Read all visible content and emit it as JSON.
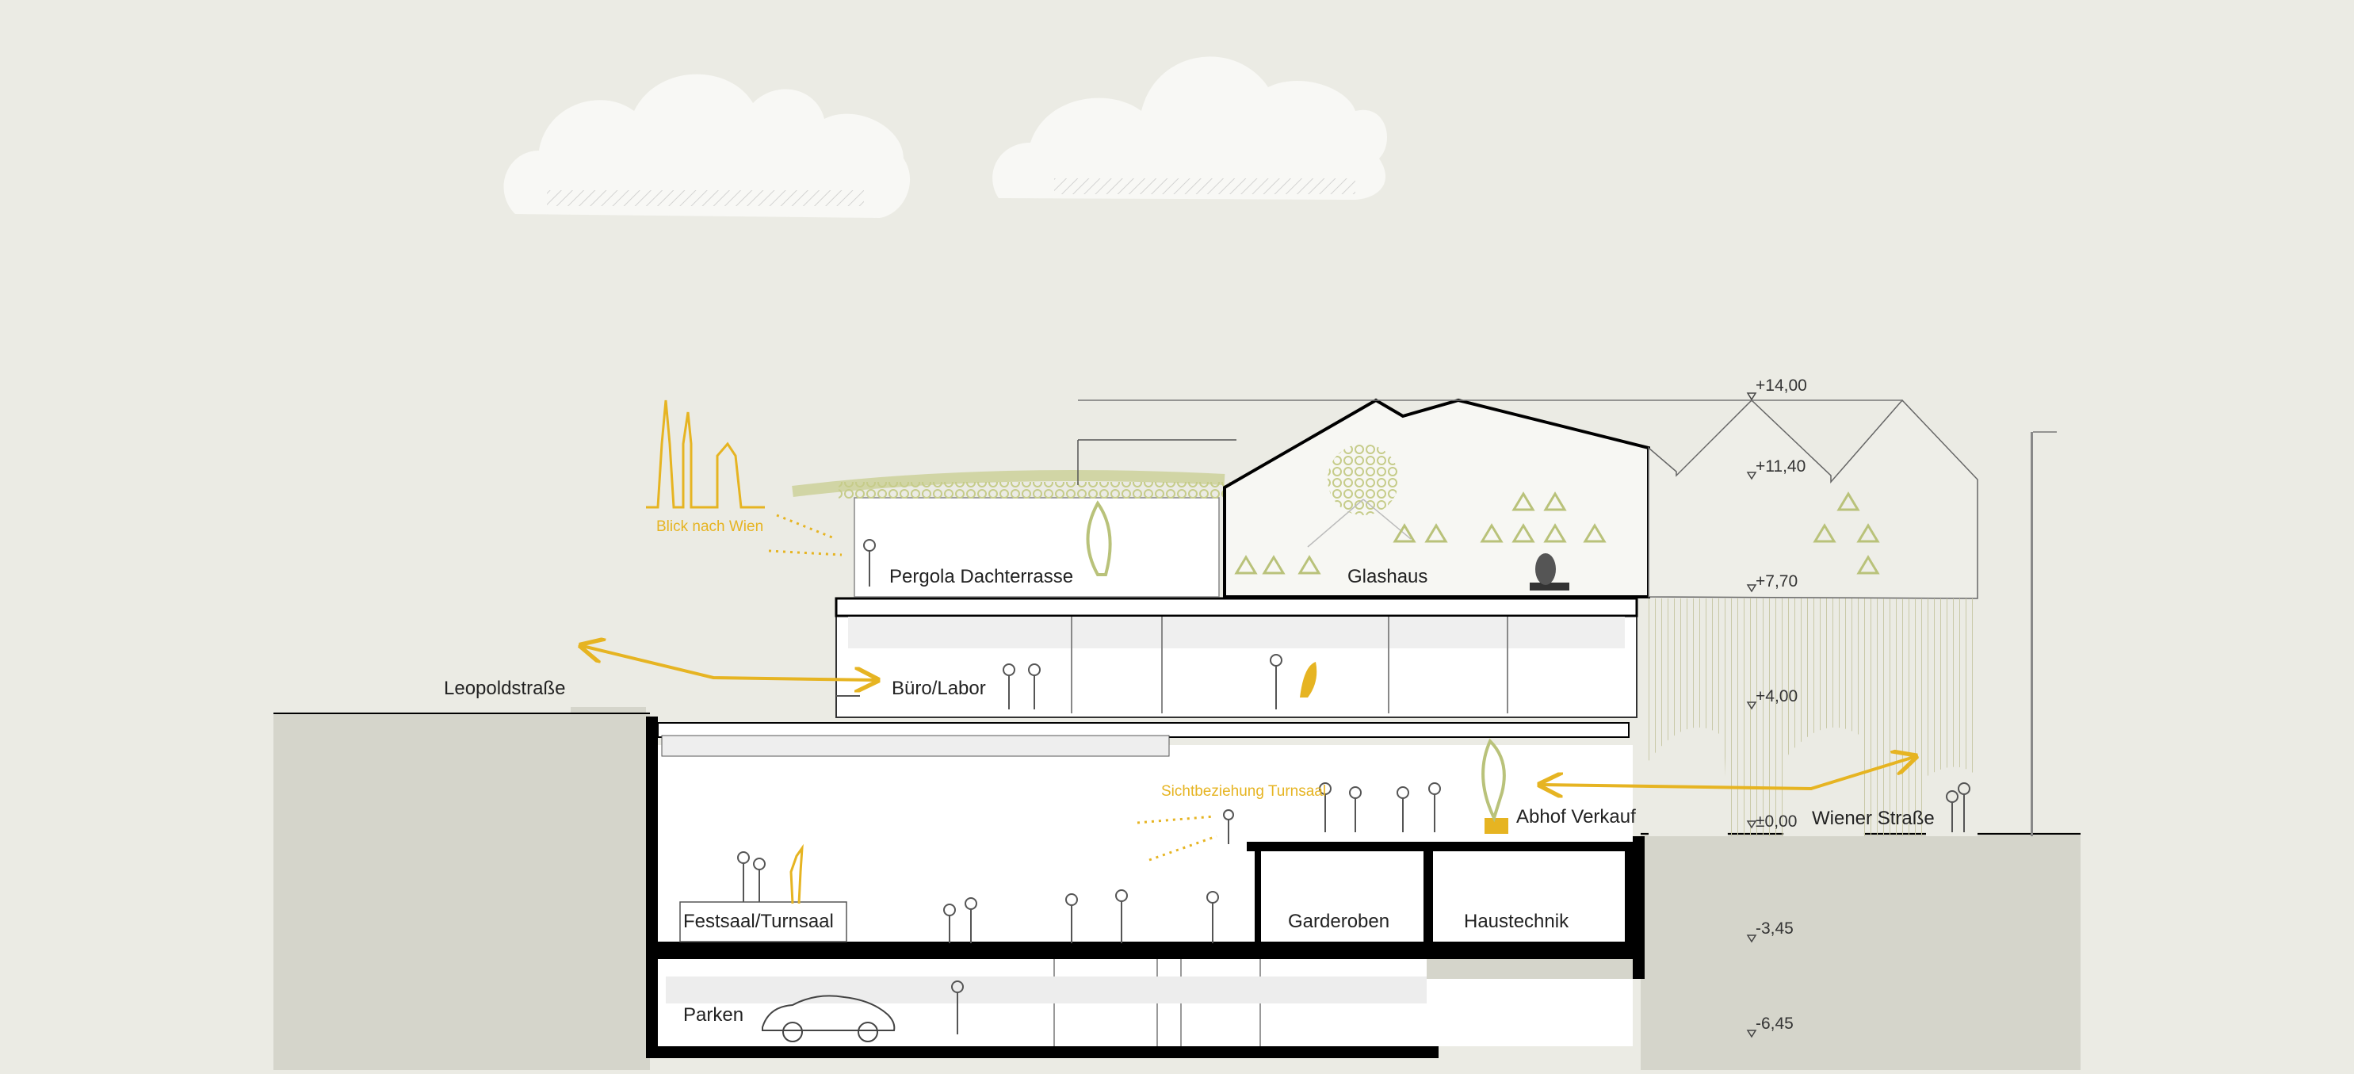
{
  "labels": {
    "blick": "Blick nach Wien",
    "pergola": "Pergola Dachterrasse",
    "glashaus": "Glashaus",
    "leopold": "Leopoldstraße",
    "buero": "Büro/Labor",
    "sicht": "Sichtbeziehung Turnsaal",
    "abhof": "Abhof Verkauf",
    "wiener": "Wiener Straße",
    "festsaal": "Festsaal/Turnsaal",
    "garderoben": "Garderoben",
    "haustechnik": "Haustechnik",
    "parken": "Parken"
  },
  "levels": [
    "+14,00",
    "+11,40",
    "+7,70",
    "+4,00",
    "±0,00",
    "-3,45",
    "-6,45"
  ],
  "colors": {
    "background": "#ebebe4",
    "ground": "#d5d5cb",
    "accent": "#e6b422",
    "structure": "#000000",
    "greenery": "#b9c27a"
  }
}
